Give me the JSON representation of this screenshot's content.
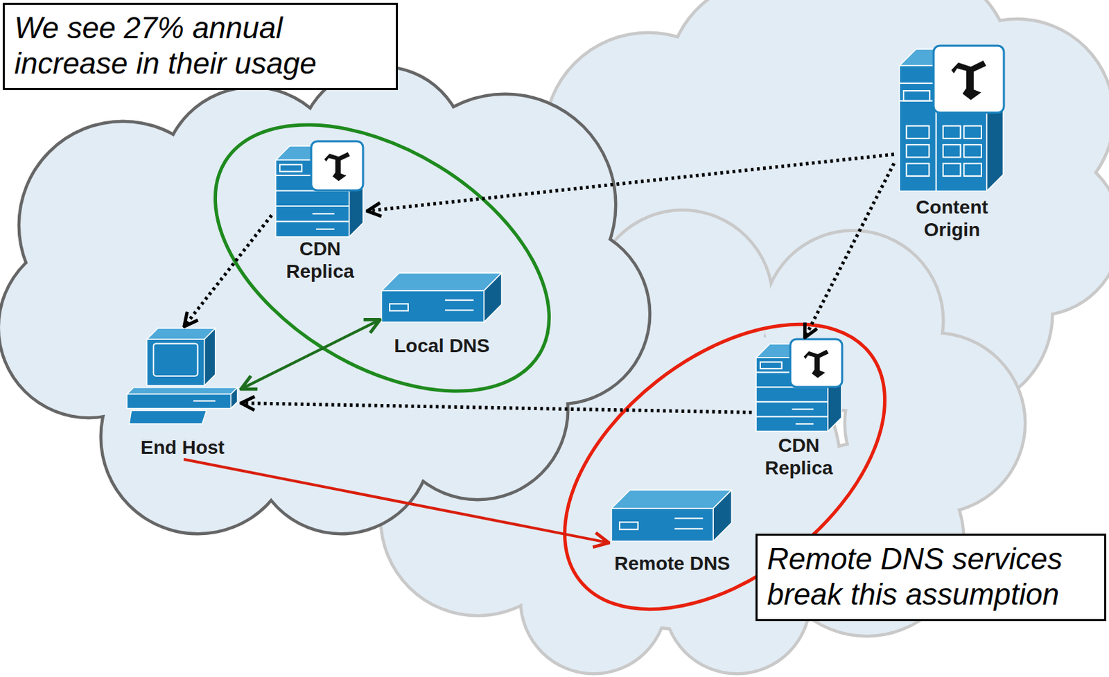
{
  "diagram": {
    "nodes": [
      {
        "text": [
          "We see 27% annual increase in their usage"
        ]
      },
      {
        "text": [
          "Content Origin"
        ]
      },
      {
        "text": [
          "CDN Replica"
        ]
      },
      {
        "text": [
          "Local DNS"
        ]
      },
      {
        "text": [
          "End Host"
        ]
      },
      {
        "text": [
          "CDN Replica"
        ]
      },
      {
        "text": [
          "Remote DNS"
        ]
      },
      {
        "text": [
          "Remote DNS services break this assumption"
        ]
      }
    ],
    "edges": [
      {
        "from": 1,
        "to": 2,
        "arrow": "to"
      },
      {
        "from": 1,
        "to": 5,
        "arrow": "to"
      },
      {
        "from": 2,
        "to": 4,
        "arrow": "to"
      },
      {
        "from": 5,
        "to": 4,
        "arrow": "to"
      },
      {
        "from": 4,
        "to": 3,
        "arrow": "both"
      },
      {
        "from": 4,
        "to": 6,
        "arrow": "to"
      }
    ]
  }
}
